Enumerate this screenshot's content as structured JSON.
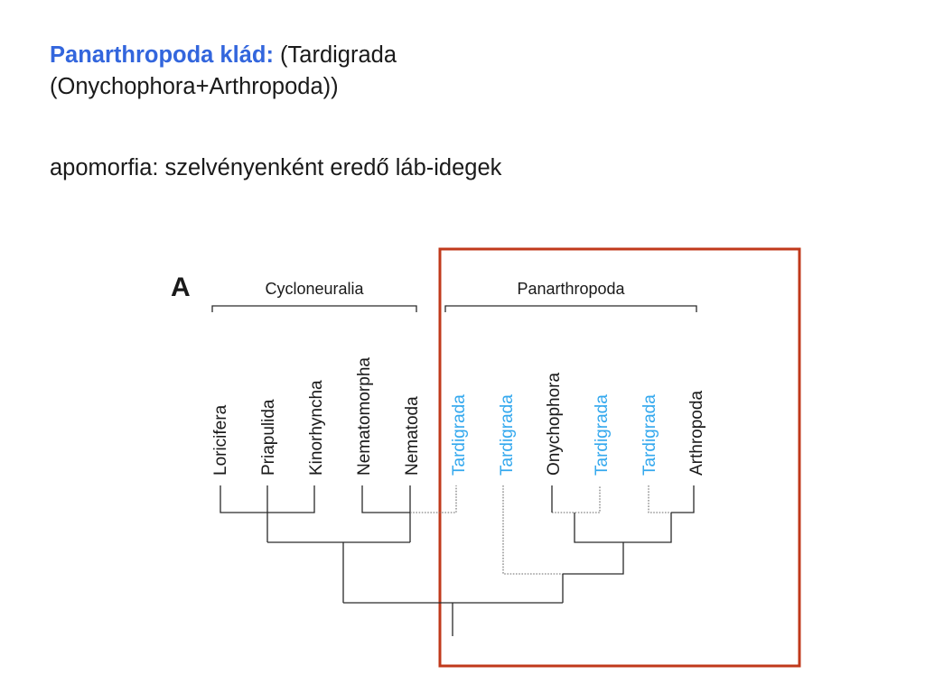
{
  "header": {
    "clade": "Panarthropoda klád:",
    "line1_rest": " (Tardigrada",
    "line2": "(Onychophora+Arthropoda))",
    "apomorphy": "apomorfia: szelvényenként eredő láb-idegek"
  },
  "figure": {
    "panel_label": "A",
    "groups": {
      "left": "Cycloneuralia",
      "right": "Panarthropoda"
    },
    "taxa": [
      {
        "name": "Loricifera",
        "highlight": false
      },
      {
        "name": "Priapulida",
        "highlight": false
      },
      {
        "name": "Kinorhyncha",
        "highlight": false
      },
      {
        "name": "Nematomorpha",
        "highlight": false
      },
      {
        "name": "Nematoda",
        "highlight": false
      },
      {
        "name": "Tardigrada",
        "highlight": true
      },
      {
        "name": "Tardigrada",
        "highlight": true
      },
      {
        "name": "Onychophora",
        "highlight": false
      },
      {
        "name": "Tardigrada",
        "highlight": true
      },
      {
        "name": "Tardigrada",
        "highlight": true
      },
      {
        "name": "Arthropoda",
        "highlight": false
      }
    ]
  },
  "colors": {
    "clade_title": "#3366dd",
    "highlight_taxon": "#33a8ee",
    "normal_taxon": "#1a1a1a",
    "frame": "#c0391b"
  }
}
